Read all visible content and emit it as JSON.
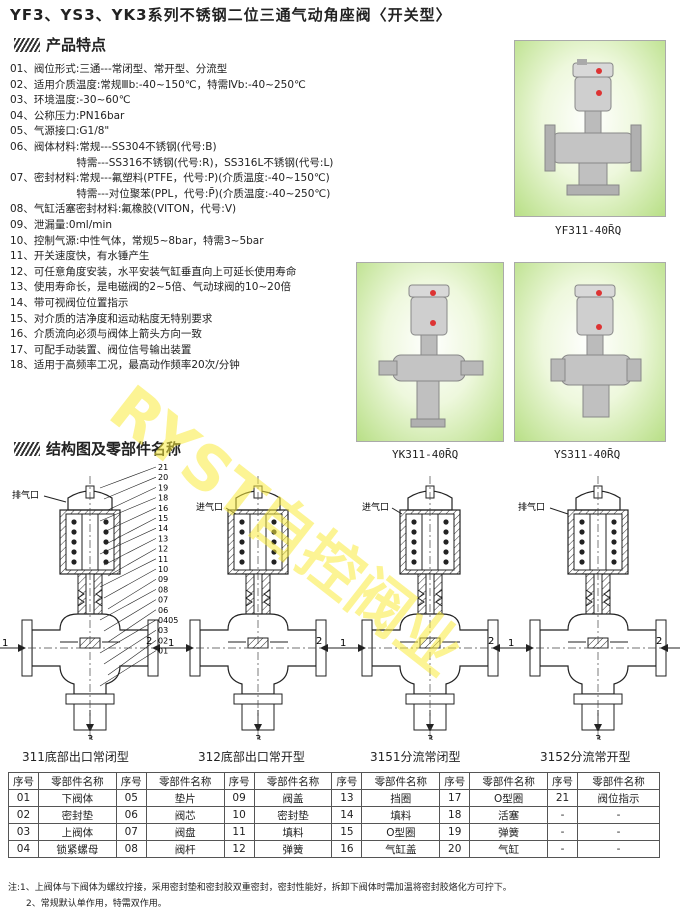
{
  "title": "YF3、YS3、YK3系列不锈钢二位三通气动角座阀〈开关型〉",
  "features_heading": "产品特点",
  "structure_heading": "结构图及零部件名称",
  "features": [
    "01、阀位形式:三通---常闭型、常开型、分流型",
    "02、适用介质温度:常规Ⅲb:-40~150℃，特需Ⅳb:-40~250℃",
    "03、环境温度:-30~60℃",
    "04、公称压力:PN16bar",
    "05、气源接口:G1/8\"",
    "06、阀体材料:常规---SS304不锈钢(代号:B)",
    "　　　　　　 特需---SS316不锈钢(代号:R)，SS316L不锈钢(代号:L)",
    "07、密封材料:常规---氟塑料(PTFE，代号:P)(介质温度:-40~150℃)",
    "　　　　　　 特需---对位聚苯(PPL，代号:P̄)(介质温度:-40~250℃)",
    "08、气缸活塞密封材料:氟橡胶(VITON，代号:V)",
    "09、泄漏量:0ml/min",
    "10、控制气源:中性气体，常规5~8bar，特需3~5bar",
    "11、开关速度快，有水锤产生",
    "12、可任意角度安装，水平安装气缸垂直向上可延长使用寿命",
    "13、使用寿命长，是电磁阀的2~5倍、气动球阀的10~20倍",
    "14、带可视阀位位置指示",
    "15、对介质的洁净度和运动粘度无特别要求",
    "16、介质流向必须与阀体上箭头方向一致",
    "17、可配手动装置、阀位信号输出装置",
    "18、适用于高频率工况，最高动作频率20次/分钟"
  ],
  "photo_captions": [
    "YF311-40R̄Q",
    "YK311-40R̄Q",
    "YS311-40R̄Q"
  ],
  "watermark": "RYST自控阀业",
  "diagram": {
    "exhaust_label": "排气口",
    "intake_label": "进气口",
    "port_labels": [
      "1",
      "2",
      "3"
    ],
    "part_numbers": [
      "21",
      "20",
      "19",
      "18",
      "16",
      "15",
      "14",
      "13",
      "12",
      "11",
      "10",
      "09",
      "08",
      "07",
      "06",
      "0405",
      "03",
      "02",
      "01"
    ],
    "captions": [
      "311底部出口常闭型",
      "312底部出口常开型",
      "3151分流常闭型",
      "3152分流常开型"
    ]
  },
  "parts_table": {
    "header": [
      "序号",
      "零部件名称",
      "序号",
      "零部件名称",
      "序号",
      "零部件名称",
      "序号",
      "零部件名称",
      "序号",
      "零部件名称",
      "序号",
      "零部件名称"
    ],
    "rows": [
      [
        "01",
        "下阀体",
        "05",
        "垫片",
        "09",
        "阀盖",
        "13",
        "挡圈",
        "17",
        "O型圈",
        "21",
        "阀位指示"
      ],
      [
        "02",
        "密封垫",
        "06",
        "阀芯",
        "10",
        "密封垫",
        "14",
        "填料",
        "18",
        "活塞",
        "-",
        "-"
      ],
      [
        "03",
        "上阀体",
        "07",
        "阀盘",
        "11",
        "填料",
        "15",
        "O型圈",
        "19",
        "弹簧",
        "-",
        "-"
      ],
      [
        "04",
        "锁紧螺母",
        "08",
        "阀杆",
        "12",
        "弹簧",
        "16",
        "气缸盖",
        "20",
        "气缸",
        "-",
        "-"
      ]
    ]
  },
  "notes": [
    "注:1、上阀体与下阀体为螺纹拧接，采用密封垫和密封胶双重密封，密封性能好，拆卸下阀体时需加温将密封胶烙化方可拧下。",
    "　　2、常规默认单作用，特需双作用。"
  ]
}
